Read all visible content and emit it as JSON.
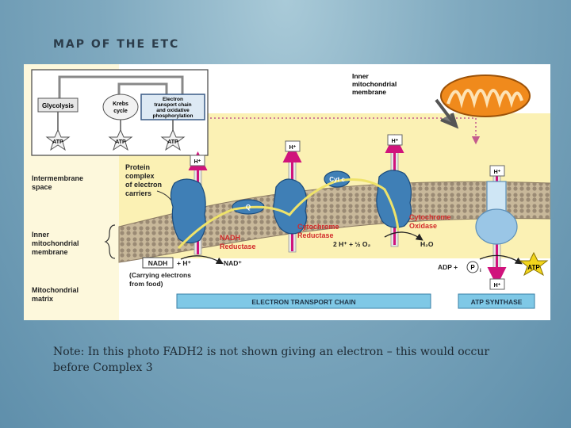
{
  "slide": {
    "title": "MAP OF THE ETC",
    "note": "Note: In this photo FADH2 is not shown giving an electron – this would occur before Complex 3"
  },
  "diagram": {
    "inset": {
      "glycolysis": "Glycolysis",
      "krebs_line1": "Krebs",
      "krebs_line2": "cycle",
      "etc_lines": [
        "Electron",
        "transport chain",
        "and oxidative",
        "phosphorylation"
      ],
      "atp": "ATP"
    },
    "regions": {
      "intermembrane": [
        "Intermembrane",
        "space"
      ],
      "inner": [
        "Inner",
        "mitochondrial",
        "membrane"
      ],
      "matrix": [
        "Mitochondrial",
        "matrix"
      ]
    },
    "inner_membrane_label": [
      "Inner",
      "mitochondrial",
      "membrane"
    ],
    "protein_complex": [
      "Protein",
      "complex",
      "of electron",
      "carriers"
    ],
    "hplus": "H⁺",
    "q": "Q",
    "cyt_c": "Cyt c",
    "nadh_reductase": [
      "NADH",
      "Reductase"
    ],
    "cytochrome_reductase": [
      "Cytochrome",
      "Reductase"
    ],
    "cytochrome_oxidase": [
      "Cytochrome",
      "Oxidase"
    ],
    "nadh": "NADH",
    "plus_hplus": "+ H⁺",
    "nad_plus": "NAD⁺",
    "carrying": [
      "(Carrying electrons",
      "from food)"
    ],
    "water_reaction": "2 H⁺ + ½ O₂",
    "water": "H₂O",
    "adp": "ADP +",
    "pi": "P",
    "pi_sub": "i",
    "atp": "ATP",
    "etc_bar": "ELECTRON TRANSPORT CHAIN",
    "atp_synthase": "ATP SYNTHASE"
  },
  "colors": {
    "cytosol": "#fbf1b4",
    "matrix": "#ffffff",
    "protein": "#3f7fb6",
    "proton_arrow": "#d0137c",
    "electron_path": "#efe36a",
    "label_bar": "#7fc8e6",
    "complex_label": "#d22a2a",
    "mitochondrion": "#f08a1c"
  }
}
